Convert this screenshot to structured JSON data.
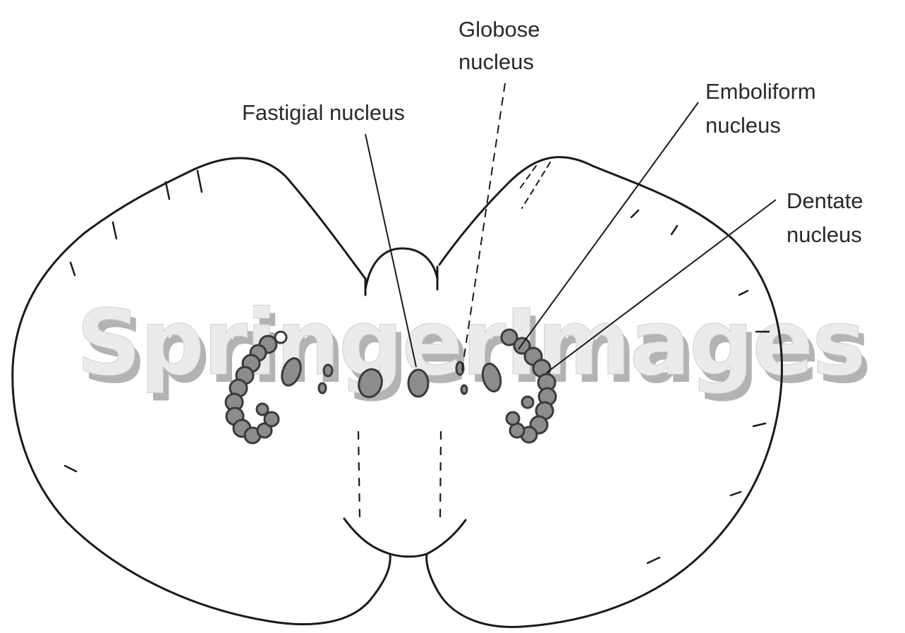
{
  "labels": {
    "globose_line1": "Globose",
    "globose_line2": "nucleus",
    "fastigial": "Fastigial nucleus",
    "emboliform_line1": "Emboliform",
    "emboliform_line2": "nucleus",
    "dentate_line1": "Dentate",
    "dentate_line2": "nucleus"
  },
  "watermark": {
    "text": "SpringerImages"
  },
  "colors": {
    "outline": "#1a1a1a",
    "nucleus_fill": "#8c8c8c",
    "nucleus_stroke": "#3a3a3a",
    "watermark_fill": "#e9e9e9",
    "watermark_shadow": "#b3b3b3"
  }
}
